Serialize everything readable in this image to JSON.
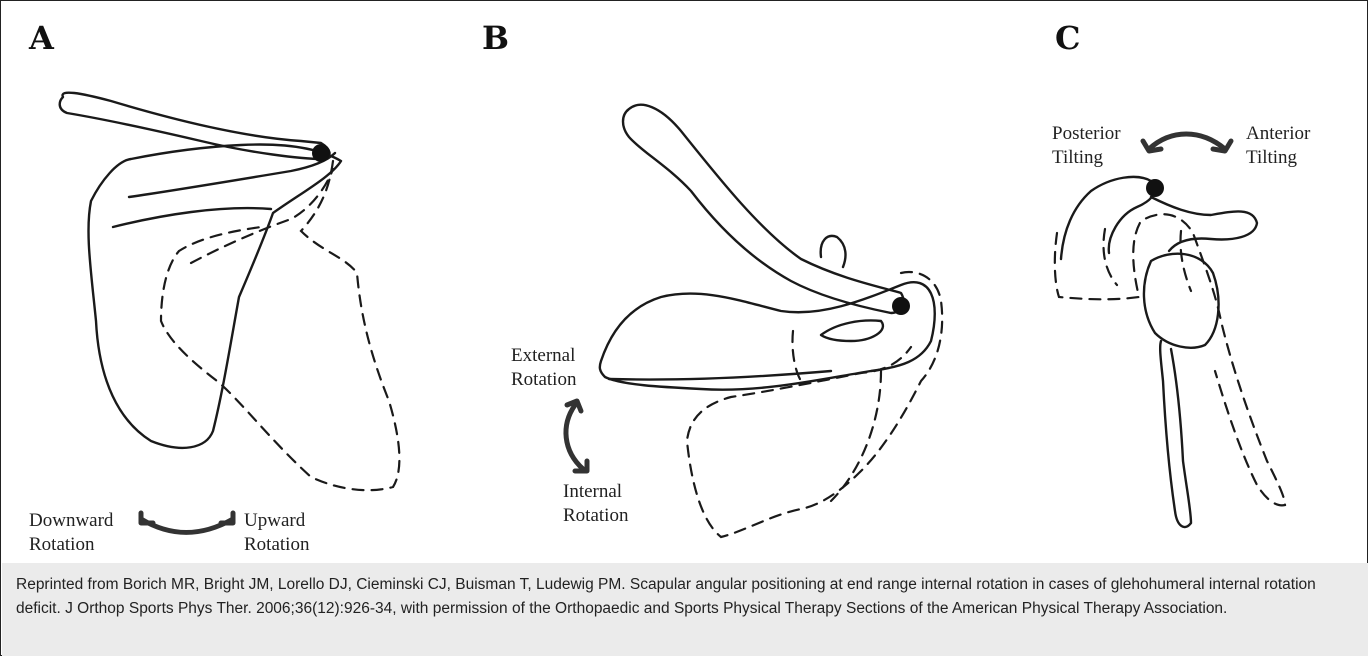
{
  "panels": {
    "a": {
      "letter": "A",
      "left_label_line1": "Downward",
      "left_label_line2": "Rotation",
      "right_label_line1": "Upward",
      "right_label_line2": "Rotation"
    },
    "b": {
      "letter": "B",
      "top_label_line1": "External",
      "top_label_line2": "Rotation",
      "bottom_label_line1": "Internal",
      "bottom_label_line2": "Rotation"
    },
    "c": {
      "letter": "C",
      "left_label_line1": "Posterior",
      "left_label_line2": "Tilting",
      "right_label_line1": "Anterior",
      "right_label_line2": "Tilting"
    }
  },
  "caption": "Reprinted from Borich MR, Bright JM, Lorello DJ, Cieminski CJ, Buisman T, Ludewig PM. Scapular angular positioning at end range internal rotation in cases of glehohumeral internal rotation deficit. J Orthop Sports Phys Ther. 2006;36(12):926-34, with permission of the Orthopaedic and Sports Physical Therapy Sections of the American Physical Therapy Association.",
  "colors": {
    "caption_background": "#ebebeb",
    "line": "#1a1a1a",
    "arrow": "#333333"
  },
  "icons": [
    "curved-double-arrow-icon"
  ]
}
